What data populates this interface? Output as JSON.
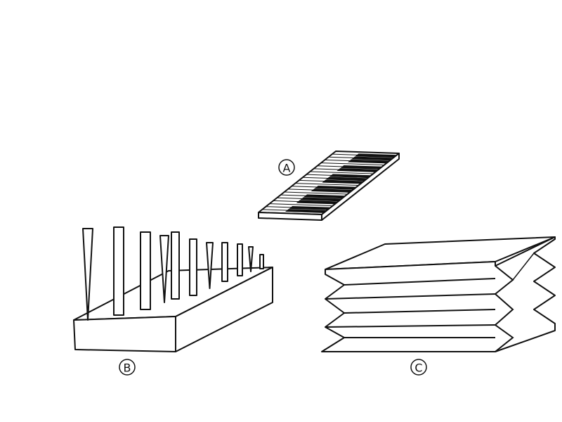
{
  "figure": {
    "labels": {
      "keyboard": "A",
      "organ_pipes": "B",
      "bellows": "C"
    }
  }
}
